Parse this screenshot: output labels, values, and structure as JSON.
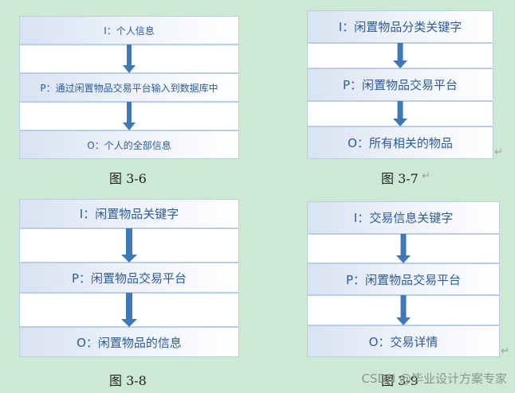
{
  "diagrams": [
    {
      "boxes": [
        "I：个人信息",
        "P：通过闲置物品交易平台输入到数据库中",
        "O：个人的全部信息"
      ],
      "caption": "图 3-6"
    },
    {
      "boxes": [
        "I：闲置物品分类关键字",
        "P：闲置物品交易平台",
        "O：所有相关的物品"
      ],
      "caption": "图 3-7"
    },
    {
      "boxes": [
        "I：闲置物品关键字",
        "P：闲置物品交易平台",
        "O：闲置物品的信息"
      ],
      "caption": "图 3-8"
    },
    {
      "boxes": [
        "I：交易信息关键字",
        "P：闲置物品交易平台",
        "O：交易详情"
      ],
      "caption": "图 3-9"
    }
  ],
  "watermark": "CSDN @毕业设计方案专家",
  "colors": {
    "background": "#cde8d3",
    "arrow": "#3f79b4",
    "text": "#2d5b9a"
  }
}
